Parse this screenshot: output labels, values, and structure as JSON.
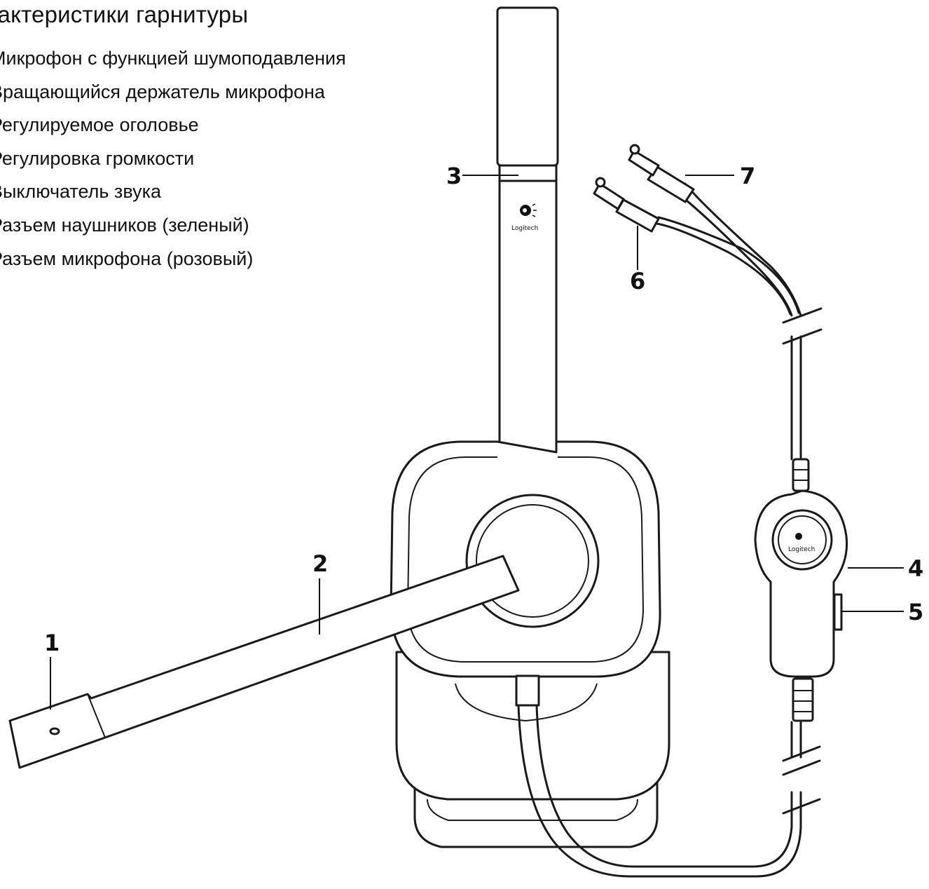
{
  "heading": "рактеристики гарнитуры",
  "features": [
    "Микрофон с функцией шумоподавления",
    "Вращающийся держатель микрофона",
    "Регулируемое оголовье",
    "Регулировка громкости",
    "Выключатель звука",
    "Разъем наушников (зеленый)",
    "Разъем микрофона (розовый)"
  ],
  "callouts": {
    "c1": "1",
    "c2": "2",
    "c3": "3",
    "c4": "4",
    "c5": "5",
    "c6": "6",
    "c7": "7"
  },
  "logo": "Logitech"
}
